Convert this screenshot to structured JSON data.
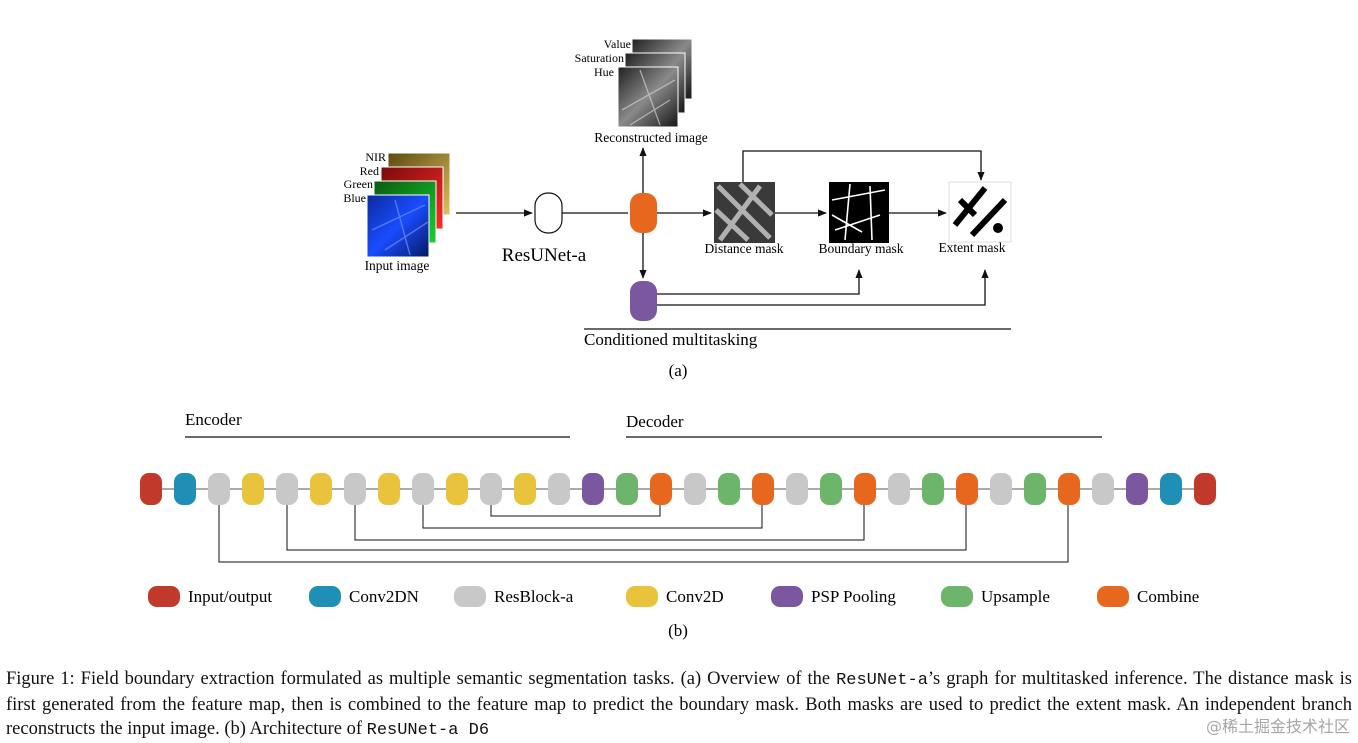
{
  "colors": {
    "input_output": "#c0392b",
    "conv2dn": "#1f8fb5",
    "resblock": "#c8c8c8",
    "conv2d": "#eac33c",
    "psp": "#7b57a0",
    "upsample": "#6db56a",
    "combine": "#e8671e"
  },
  "panel_a": {
    "input_channels": [
      "NIR",
      "Red",
      "Green",
      "Blue"
    ],
    "input_label": "Input image",
    "model_label": "ResUNet-a",
    "recon_channels": [
      "Value",
      "Saturation",
      "Hue"
    ],
    "recon_label": "Reconstructed image",
    "distance_label": "Distance mask",
    "boundary_label": "Boundary mask",
    "extent_label": "Extent mask",
    "multitask_label": "Conditioned multitasking",
    "panel_label": "(a)"
  },
  "panel_b": {
    "encoder_label": "Encoder",
    "decoder_label": "Decoder",
    "sequence": [
      "input_output",
      "conv2dn",
      "resblock",
      "conv2d",
      "resblock",
      "conv2d",
      "resblock",
      "conv2d",
      "resblock",
      "conv2d",
      "resblock",
      "conv2d",
      "resblock",
      "psp",
      "upsample",
      "combine",
      "resblock",
      "upsample",
      "combine",
      "resblock",
      "upsample",
      "combine",
      "resblock",
      "upsample",
      "combine",
      "resblock",
      "upsample",
      "combine",
      "resblock",
      "psp",
      "conv2dn",
      "input_output"
    ],
    "legend": [
      {
        "key": "input_output",
        "label": "Input/output"
      },
      {
        "key": "conv2dn",
        "label": "Conv2DN"
      },
      {
        "key": "resblock",
        "label": "ResBlock-a"
      },
      {
        "key": "conv2d",
        "label": "Conv2D"
      },
      {
        "key": "psp",
        "label": "PSP Pooling"
      },
      {
        "key": "upsample",
        "label": "Upsample"
      },
      {
        "key": "combine",
        "label": "Combine"
      }
    ],
    "panel_label": "(b)"
  },
  "caption": {
    "part1": "Figure 1:  Field boundary extraction formulated as multiple semantic segmentation tasks. (a) Overview of the ",
    "mono1": "ResUNet-a",
    "part2": "’s graph for multitasked inference. The distance mask is first generated from the feature map, then is combined to the feature map to predict the boundary mask. Both masks are used to predict the extent mask. An independent branch reconstructs the input image. (b) Architecture of ",
    "mono2": "ResUNet-a D6"
  },
  "watermark": "@稀土掘金技术社区"
}
